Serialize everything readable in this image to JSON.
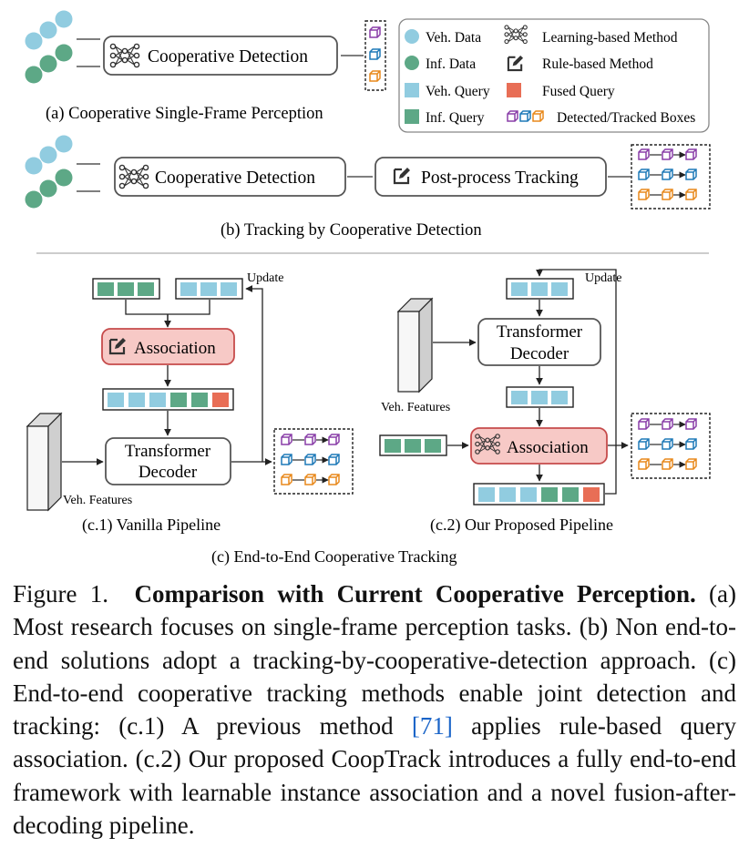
{
  "legend": {
    "veh_data": "Veh. Data",
    "inf_data": "Inf. Data",
    "veh_query": "Veh. Query",
    "inf_query": "Inf. Query",
    "learning_method": "Learning-based Method",
    "rule_method": "Rule-based Method",
    "fused_query": "Fused Query",
    "boxes": "Detected/Tracked Boxes"
  },
  "panel_a": {
    "box_label": "Cooperative Detection",
    "title": "(a) Cooperative Single-Frame Perception"
  },
  "panel_b": {
    "detect_label": "Cooperative Detection",
    "track_label": "Post-process Tracking",
    "title": "(b) Tracking by Cooperative Detection"
  },
  "panel_c1": {
    "update": "Update",
    "association": "Association",
    "decoder_line1": "Transformer",
    "decoder_line2": "Decoder",
    "veh_features": "Veh. Features",
    "title": "(c.1) Vanilla Pipeline"
  },
  "panel_c2": {
    "update": "Update",
    "decoder_line1": "Transformer",
    "decoder_line2": "Decoder",
    "veh_features": "Veh. Features",
    "association": "Association",
    "title": "(c.2) Our Proposed Pipeline"
  },
  "panel_c_title": "(c) End-to-End Cooperative Tracking",
  "caption": {
    "label": "Figure 1.",
    "bold": "Comparison with Current Cooperative Perception.",
    "text_1": "(a) Most research focuses on single-frame perception tasks. (b) Non end-to-end solutions adopt a tracking-by-cooperative-detection approach. (c) End-to-end cooperative tracking methods enable joint detection and tracking: (c.1) A previous method",
    "ref": "[71]",
    "text_2": "applies rule-based query association. (c.2) Our proposed CoopTrack introduces a fully end-to-end framework with learnable instance association and a novel fusion-after-decoding pipeline."
  },
  "colors": {
    "veh": "#91CCE0",
    "inf": "#5DA886",
    "fused": "#E86E56",
    "assoc_fill": "#F7C9C6",
    "assoc_stroke": "#C64B4B",
    "box_purple": "#8A3FA8",
    "box_blue": "#1F7AB8",
    "box_orange": "#E8891C"
  }
}
